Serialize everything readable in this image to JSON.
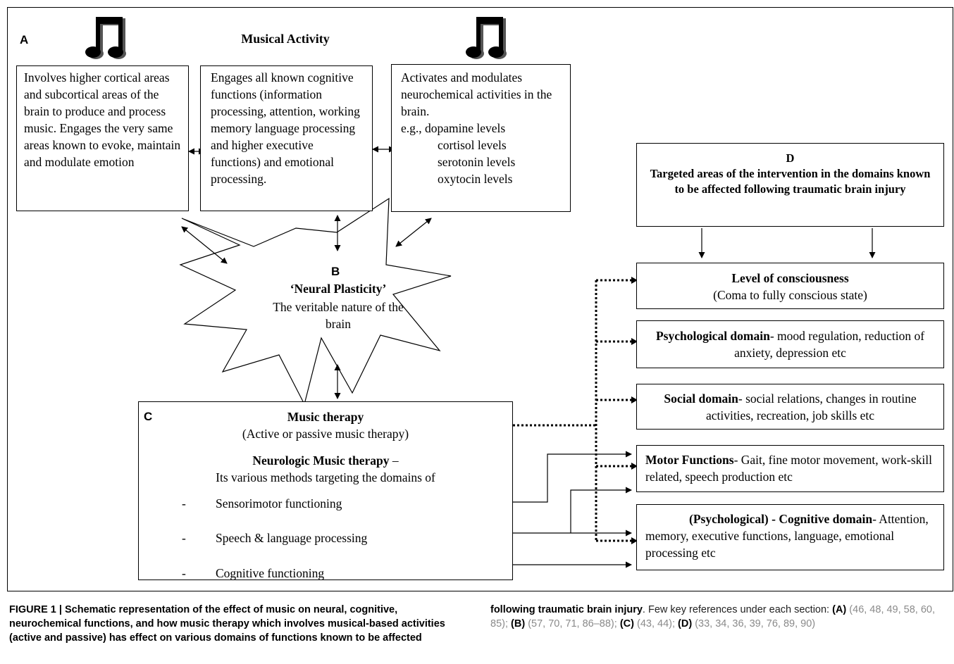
{
  "panel_a": {
    "letter": "A",
    "title": "Musical Activity",
    "box1": "Involves higher cortical areas and subcortical areas of the brain to produce and process music. Engages the very same areas known to evoke, maintain and modulate emotion",
    "box2": "Engages all known cognitive functions (information processing, attention, working memory language processing and higher executive functions) and emotional processing.",
    "box3_intro": "Activates and modulates neurochemical activities in the brain.",
    "box3_eg": "e.g., dopamine levels",
    "box3_items": [
      "cortisol levels",
      "serotonin levels",
      "oxytocin levels"
    ],
    "music_icon": "music-note-icon"
  },
  "panel_b": {
    "letter": "B",
    "title": "‘Neural Plasticity’",
    "subtitle": "The veritable nature of the brain"
  },
  "panel_c": {
    "letter": "C",
    "title": "Music therapy",
    "subtitle": "(Active or passive music therapy)",
    "nmt_title": "Neurologic Music therapy",
    "nmt_dash": " –",
    "nmt_desc": "Its various methods targeting the domains of",
    "items": [
      "Sensorimotor functioning",
      "Speech & language processing",
      "Cognitive functioning"
    ],
    "bullet": "-"
  },
  "panel_d": {
    "letter": "D",
    "title": "Targeted areas of the intervention in the domains known to be affected following traumatic brain injury"
  },
  "domains": [
    {
      "bold": "Level of consciousness",
      "text": "(Coma to fully conscious state)"
    },
    {
      "bold": "Psychological domain",
      "text": "- mood regulation, reduction of anxiety, depression etc"
    },
    {
      "bold": "Social domain",
      "text": "- social relations, changes in routine activities, recreation, job skills etc"
    },
    {
      "bold": "Motor Functions",
      "text": "- Gait, fine motor movement, work-skill related, speech production etc"
    },
    {
      "bold": "(Psychological) - Cognitive domain",
      "text": "- Attention, memory, executive functions, language, emotional processing etc"
    }
  ],
  "caption": {
    "bold1": "FIGURE 1 | Schematic representation of the effect of music on neural, cognitive, neurochemical functions, and how music therapy which involves musical-based activities (active and passive) has effect on various domains of functions known to be affected following traumatic brain injury",
    "rest": ". Few key references under each section: ",
    "refA_label": "(A)",
    "refA": "(46, 48, 49, 58, 60, 85);",
    "refB_label": "(B)",
    "refB": "(57, 70, 71, 86–88);",
    "refC_label": "(C)",
    "refC": "(43, 44);",
    "refD_label": "(D)",
    "refD": "(33, 34, 36, 39, 76, 89, 90)"
  },
  "colors": {
    "line": "#000000",
    "caption_text": "#222222",
    "reference_gray": "#8a8a8a"
  }
}
